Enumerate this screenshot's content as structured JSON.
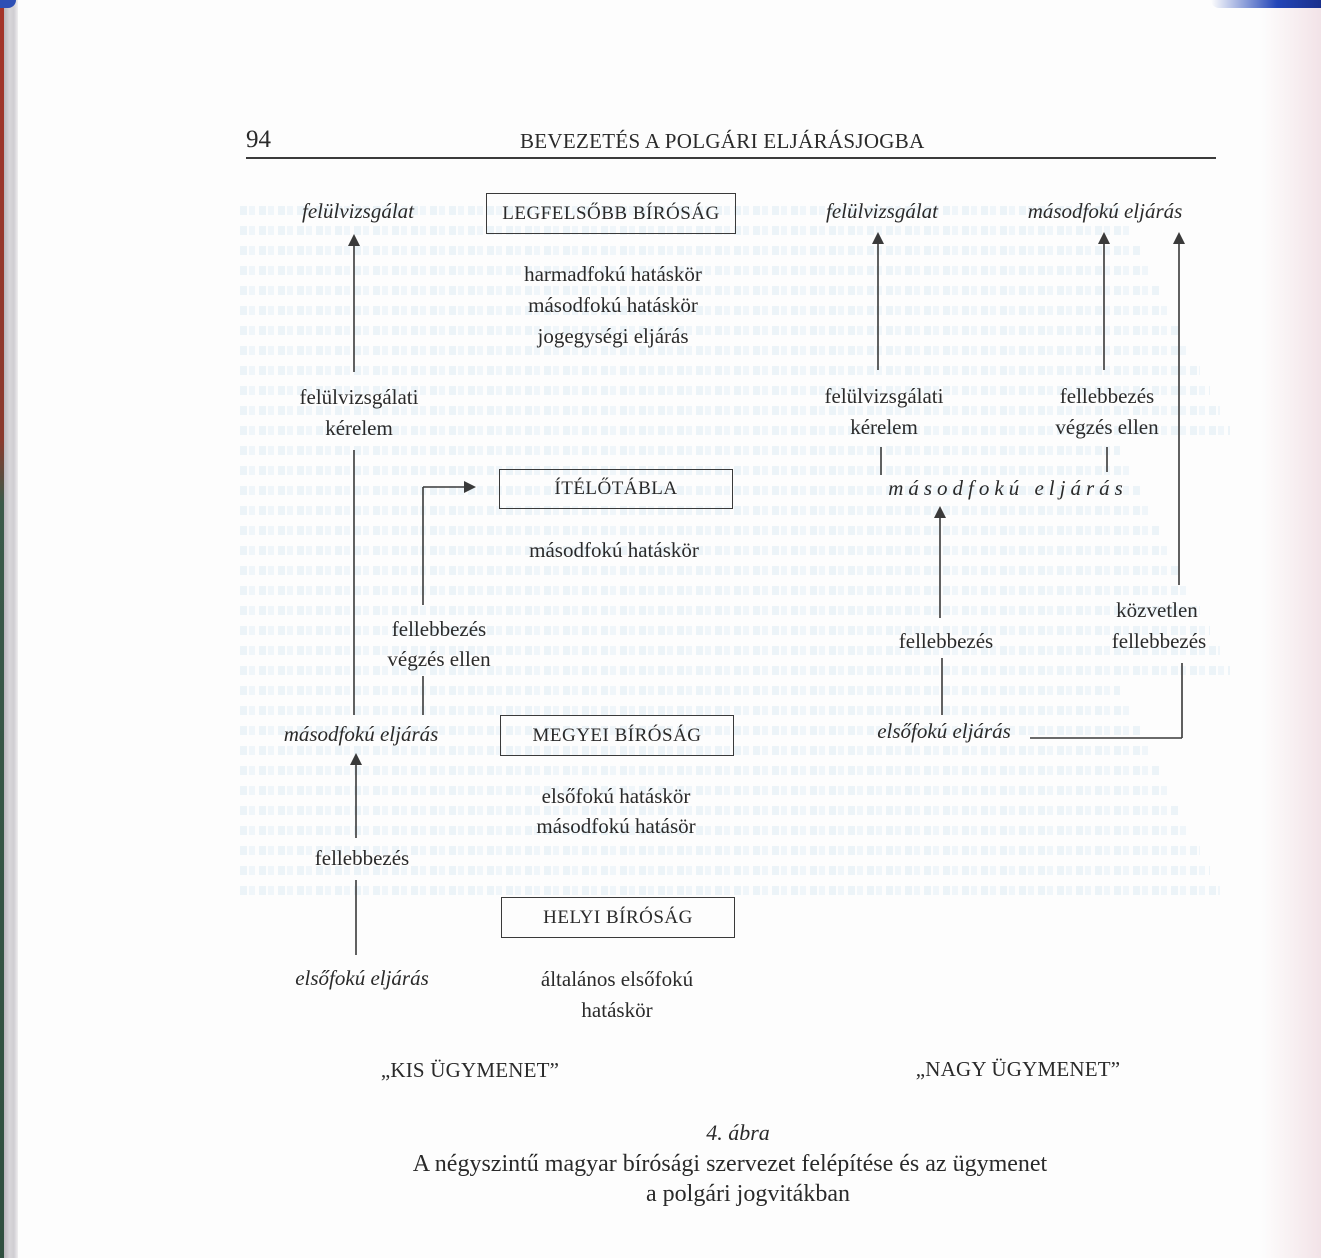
{
  "page": {
    "number": "94",
    "running_title": "BEVEZETÉS A POLGÁRI ELJÁRÁSJOGBA"
  },
  "courts": {
    "supreme": {
      "name": "LEGFELSŐBB BÍRÓSÁG",
      "competences": [
        "harmadfokú hatáskör",
        "másodfokú hatáskör",
        "jogegységi eljárás"
      ]
    },
    "appeal": {
      "name": "ÍTÉLŐTÁBLA",
      "competences": [
        "másodfokú hatáskör"
      ]
    },
    "county": {
      "name": "MEGYEI BÍRÓSÁG",
      "competences": [
        "elsőfokú hatáskör",
        "másodfokú hatásör"
      ]
    },
    "local": {
      "name": "HELYI BÍRÓSÁG",
      "competences": [
        "általános elsőfokú",
        "hatáskör"
      ]
    }
  },
  "small_track": {
    "title": "„KIS ÜGYMENET”",
    "top_procedure": "felülvizsgálat",
    "review_request": [
      "felülvizsgálati",
      "kérelem"
    ],
    "appeal_against_order": [
      "fellebbezés",
      "végzés ellen"
    ],
    "second_instance": "másodfokú eljárás",
    "appeal": "fellebbezés",
    "first_instance": "elsőfokú eljárás"
  },
  "large_track": {
    "title": "„NAGY ÜGYMENET”",
    "top_procedure_review": "felülvizsgálat",
    "top_procedure_second": "másodfokú eljárás",
    "review_request": [
      "felülvizsgálati",
      "kérelem"
    ],
    "appeal_against_order": [
      "fellebbezés",
      "végzés ellen"
    ],
    "second_instance": "másodfokú eljárás",
    "appeal": "fellebbezés",
    "direct_appeal": [
      "közvetlen",
      "fellebbezés"
    ],
    "first_instance": "elsőfokú eljárás"
  },
  "caption": {
    "figure_label": "4. ábra",
    "title_line1": "A négyszintű magyar bírósági szervezet felépítése és az ügymenet",
    "title_line2": "a polgári jogvitákban"
  },
  "colors": {
    "ink": "#2a2a2a",
    "paper": "#fdfdfd",
    "bleed_through": "#e3eef5"
  }
}
